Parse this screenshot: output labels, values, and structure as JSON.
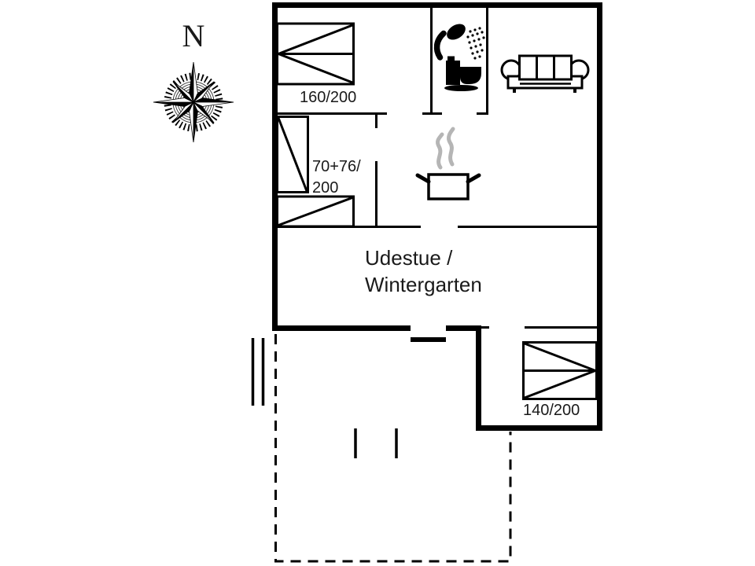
{
  "compass": {
    "label": "N"
  },
  "rooms": {
    "bedroom_top": {
      "bed_label": "160/200"
    },
    "bedroom_left": {
      "bed_label_line1": "70+76/",
      "bed_label_line2": "200"
    },
    "sunroom": {
      "name_line1": "Udestue /",
      "name_line2": "Wintergarten"
    },
    "bedroom_bottom": {
      "bed_label": "140/200"
    }
  },
  "icons": {
    "compass": "compass-rose-icon",
    "bed_top": "double-bed-icon",
    "bed_single_vertical": "single-bed-icon",
    "bed_single_horizontal": "single-bed-icon",
    "bed_bottom": "double-bed-icon",
    "shower": "shower-head-icon",
    "toilet": "toilet-icon",
    "sofa": "sofa-icon",
    "pot": "cooking-pot-icon",
    "steam": "steam-icon"
  },
  "colors": {
    "line": "#000000",
    "steam": "#b5b5b5",
    "background": "#ffffff"
  }
}
